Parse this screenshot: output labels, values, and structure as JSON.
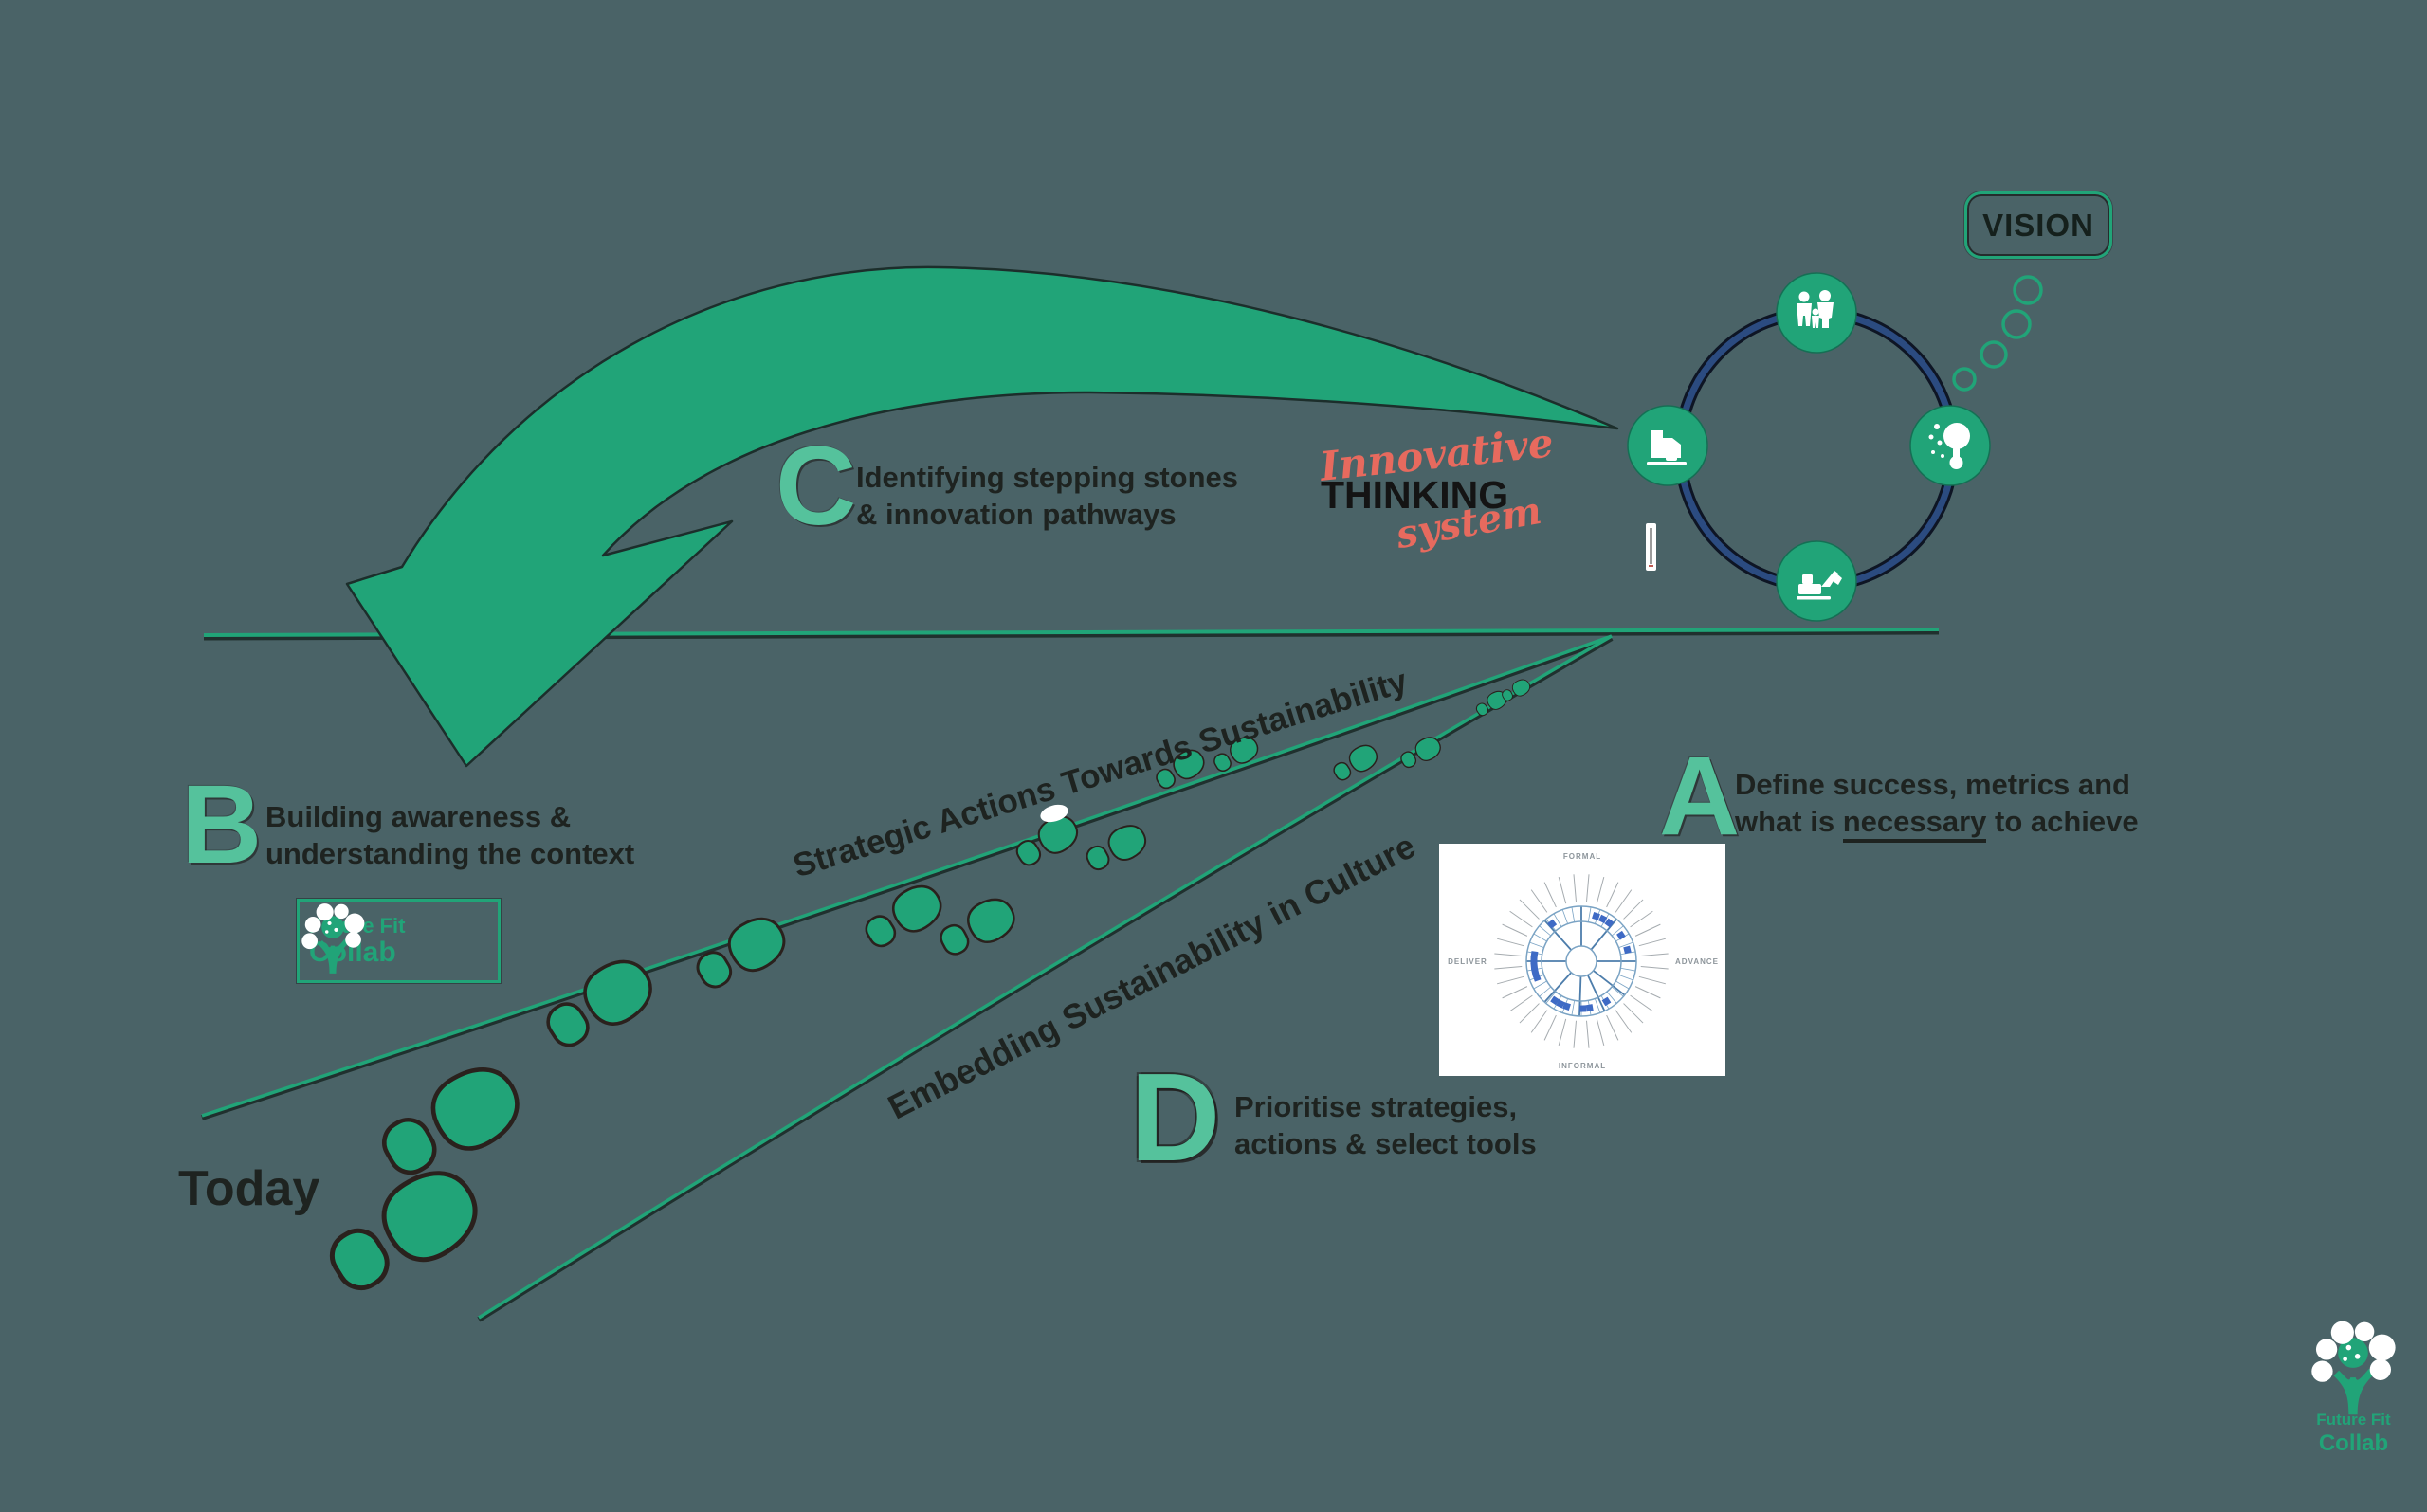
{
  "colors": {
    "bg": "#4a6367",
    "green": "#21a478",
    "mint": "#55c29c",
    "dark": "#1e2320",
    "red": "#e76a5e",
    "navy": "#2b4b80",
    "navydark": "#0d1526",
    "wheelblue": "#3e6ac5",
    "wheelring": "#7aa3c4",
    "wheelspoke": "#4d7dab",
    "raygray": "#a5abaf",
    "labelgray": "#8d959b"
  },
  "vision": {
    "label": "VISION"
  },
  "thinking_logo": {
    "line1": "Innovative",
    "line2": "THINKING",
    "line3": "system"
  },
  "steps": {
    "a": {
      "letter": "A",
      "line1": "Define success, metrics and",
      "line2_prefix": "what is ",
      "line2_underline": "necessary",
      "line2_suffix": " to achieve"
    },
    "b": {
      "letter": "B",
      "line1": "Building awareness &",
      "line2": "understanding the context"
    },
    "c": {
      "letter": "C",
      "line1": "Identifying stepping stones",
      "line2": "& innovation pathways"
    },
    "d": {
      "letter": "D",
      "line1": "Prioritise strategies,",
      "line2": "actions & select tools"
    }
  },
  "path": {
    "lane1_label": "Strategic Actions Towards Sustainability",
    "lane2_label": "Embedding Sustainability in Culture",
    "today_label": "Today"
  },
  "wheel": {
    "top": "FORMAL",
    "bottom": "INFORMAL",
    "left": "DELIVER",
    "right": "ADVANCE"
  },
  "brand": {
    "name_line1": "Future Fit",
    "name_line2": "Collab"
  },
  "icons": {
    "circle_top": "people-icon",
    "circle_left": "machine-icon",
    "circle_right": "tree-icon",
    "circle_bottom": "excavator-icon",
    "decorations": [
      "thought-bubbles",
      "text-cursor",
      "stepping-stone",
      "footprints"
    ]
  }
}
